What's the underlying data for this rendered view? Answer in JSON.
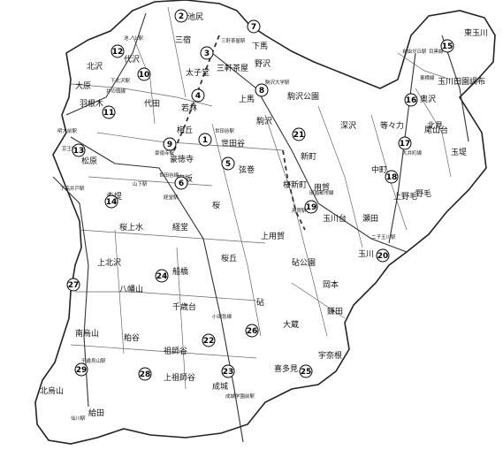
{
  "areas": [
    {
      "id": "ikenoue",
      "label": "池尻"
    },
    {
      "id": "shimouma",
      "label": "下馬"
    },
    {
      "id": "mishuku",
      "label": "三宿"
    },
    {
      "id": "kitazawa",
      "label": "北沢"
    },
    {
      "id": "daizawa",
      "label": "代沢"
    },
    {
      "id": "taishido",
      "label": "太子堂"
    },
    {
      "id": "sangenjaya",
      "label": "三軒茶屋"
    },
    {
      "id": "nozawa",
      "label": "野沢"
    },
    {
      "id": "ohara",
      "label": "大原"
    },
    {
      "id": "hanegi",
      "label": "羽根木"
    },
    {
      "id": "daita",
      "label": "代田"
    },
    {
      "id": "wakabayashi",
      "label": "若林"
    },
    {
      "id": "kamiuma",
      "label": "上馬"
    },
    {
      "id": "komazawa_park",
      "label": "駒沢公園"
    },
    {
      "id": "umegaoka",
      "label": "梅丘"
    },
    {
      "id": "setagaya",
      "label": "世田谷"
    },
    {
      "id": "gotokuji",
      "label": "豪徳寺"
    },
    {
      "id": "matsubara",
      "label": "松原"
    },
    {
      "id": "komazawa",
      "label": "駒沢"
    },
    {
      "id": "fukasawa",
      "label": "深沢"
    },
    {
      "id": "todoroki",
      "label": "等々力"
    },
    {
      "id": "okusawa",
      "label": "奥沢"
    },
    {
      "id": "kitami",
      "label": "北見"
    },
    {
      "id": "wakabayashi2",
      "label": "宮坂"
    },
    {
      "id": "tsurumaki",
      "label": "弦巻"
    },
    {
      "id": "shinmachi",
      "label": "新町"
    },
    {
      "id": "sakurashinmachi",
      "label": "桜新町"
    },
    {
      "id": "higashitamagawa",
      "label": "東玉川"
    },
    {
      "id": "tamagawadenen",
      "label": "玉川田園調布"
    },
    {
      "id": "noge",
      "label": "野毛"
    },
    {
      "id": "tamazutsumi",
      "label": "玉堤"
    },
    {
      "id": "oyamadai",
      "label": "尾山台"
    },
    {
      "id": "nakamachi",
      "label": "中町"
    },
    {
      "id": "kaminoge",
      "label": "上野毛"
    },
    {
      "id": "seta",
      "label": "瀬田"
    },
    {
      "id": "yoga",
      "label": "用賀"
    },
    {
      "id": "tamagawadai",
      "label": "玉川台"
    },
    {
      "id": "tamagawa",
      "label": "玉川"
    },
    {
      "id": "akatsutsumi",
      "label": "赤堤"
    },
    {
      "id": "sakurajosui",
      "label": "桜上水"
    },
    {
      "id": "kyodo",
      "label": "経堂"
    },
    {
      "id": "sakura",
      "label": "桜"
    },
    {
      "id": "sakuragaoka",
      "label": "桜丘"
    },
    {
      "id": "kamiyoga",
      "label": "上用賀"
    },
    {
      "id": "kamikitazawa",
      "label": "上北沢"
    },
    {
      "id": "hachimanyama",
      "label": "八幡山"
    },
    {
      "id": "funabashi",
      "label": "船橋"
    },
    {
      "id": "kinuta_park",
      "label": "砧公園"
    },
    {
      "id": "okamoto",
      "label": "岡本"
    },
    {
      "id": "kamata",
      "label": "鎌田"
    },
    {
      "id": "chitosedai",
      "label": "千歳台"
    },
    {
      "id": "minamikarasuyama",
      "label": "南烏山"
    },
    {
      "id": "kasuya",
      "label": "粕谷"
    },
    {
      "id": "kinuta",
      "label": "砧"
    },
    {
      "id": "okura",
      "label": "大蔵"
    },
    {
      "id": "soshigaya",
      "label": "祖師谷"
    },
    {
      "id": "utsuki",
      "label": "宇奈根"
    },
    {
      "id": "kamisoshigaya",
      "label": "上祖師谷"
    },
    {
      "id": "kitakarasuyama",
      "label": "北烏山"
    },
    {
      "id": "seijo",
      "label": "成城"
    },
    {
      "id": "kitamizawa",
      "label": "喜多見"
    },
    {
      "id": "kyuden",
      "label": "給田"
    }
  ],
  "numbers": [
    {
      "id": 1,
      "label": "1"
    },
    {
      "id": 2,
      "label": "2"
    },
    {
      "id": 3,
      "label": "3"
    },
    {
      "id": 4,
      "label": "4"
    },
    {
      "id": 5,
      "label": "5"
    },
    {
      "id": 6,
      "label": "6"
    },
    {
      "id": 7,
      "label": "7"
    },
    {
      "id": 8,
      "label": "8"
    },
    {
      "id": 9,
      "label": "9"
    },
    {
      "id": 10,
      "label": "10"
    },
    {
      "id": 11,
      "label": "11"
    },
    {
      "id": 12,
      "label": "12"
    },
    {
      "id": 13,
      "label": "13"
    },
    {
      "id": 14,
      "label": "14"
    },
    {
      "id": 15,
      "label": "15"
    },
    {
      "id": 16,
      "label": "16"
    },
    {
      "id": 17,
      "label": "17"
    },
    {
      "id": 18,
      "label": "18"
    },
    {
      "id": 19,
      "label": "19"
    },
    {
      "id": 20,
      "label": "20"
    },
    {
      "id": 21,
      "label": "21"
    },
    {
      "id": 22,
      "label": "22"
    },
    {
      "id": 23,
      "label": "23"
    },
    {
      "id": 24,
      "label": "24"
    },
    {
      "id": 25,
      "label": "25"
    },
    {
      "id": 26,
      "label": "26"
    },
    {
      "id": 27,
      "label": "27"
    },
    {
      "id": 28,
      "label": "28"
    },
    {
      "id": 29,
      "label": "29"
    }
  ],
  "stations": [
    {
      "id": "sangenjaya_sta",
      "label": "三軒茶屋駅"
    },
    {
      "id": "shimokitazawa_sta",
      "label": "下北沢駅"
    },
    {
      "id": "setagaya_sta",
      "label": "世田谷駅"
    },
    {
      "id": "gotokuji_sta",
      "label": "豪徳寺駅"
    },
    {
      "id": "sakurajosui_sta",
      "label": "下高井戸駅"
    },
    {
      "id": "kyodo_sta",
      "label": "経堂駅"
    },
    {
      "id": "seijo_sta",
      "label": "成城学園前駅"
    },
    {
      "id": "futakotamagawa_sta",
      "label": "二子玉川駅"
    },
    {
      "id": "jiyugaoka_sta",
      "label": "自由が丘駅"
    },
    {
      "id": "yamashita_sta",
      "label": "山下駅"
    },
    {
      "id": "sengawa_sta",
      "label": "仙川駅"
    },
    {
      "id": "komazawadaigaku_sta",
      "label": "駒沢大学駅"
    },
    {
      "id": "yoga_sta",
      "label": "用賀駅"
    },
    {
      "id": "ikenoue_sta",
      "label": "池ノ上駅"
    },
    {
      "id": "meidaimae_sta",
      "label": "明大前駅"
    },
    {
      "id": "kitami_sta",
      "label": "千歳烏山駅"
    }
  ],
  "lines": [
    {
      "id": "odakyu",
      "label": "小田急線"
    },
    {
      "id": "denentoshi",
      "label": "田園都市線"
    },
    {
      "id": "oimachi",
      "label": "大井町線"
    },
    {
      "id": "keio",
      "label": "京王線"
    },
    {
      "id": "inokashira",
      "label": "井の頭線"
    },
    {
      "id": "setagaya_line",
      "label": "世田谷線"
    },
    {
      "id": "meguro",
      "label": "目黒線"
    },
    {
      "id": "toyoko",
      "label": "東横線"
    }
  ]
}
